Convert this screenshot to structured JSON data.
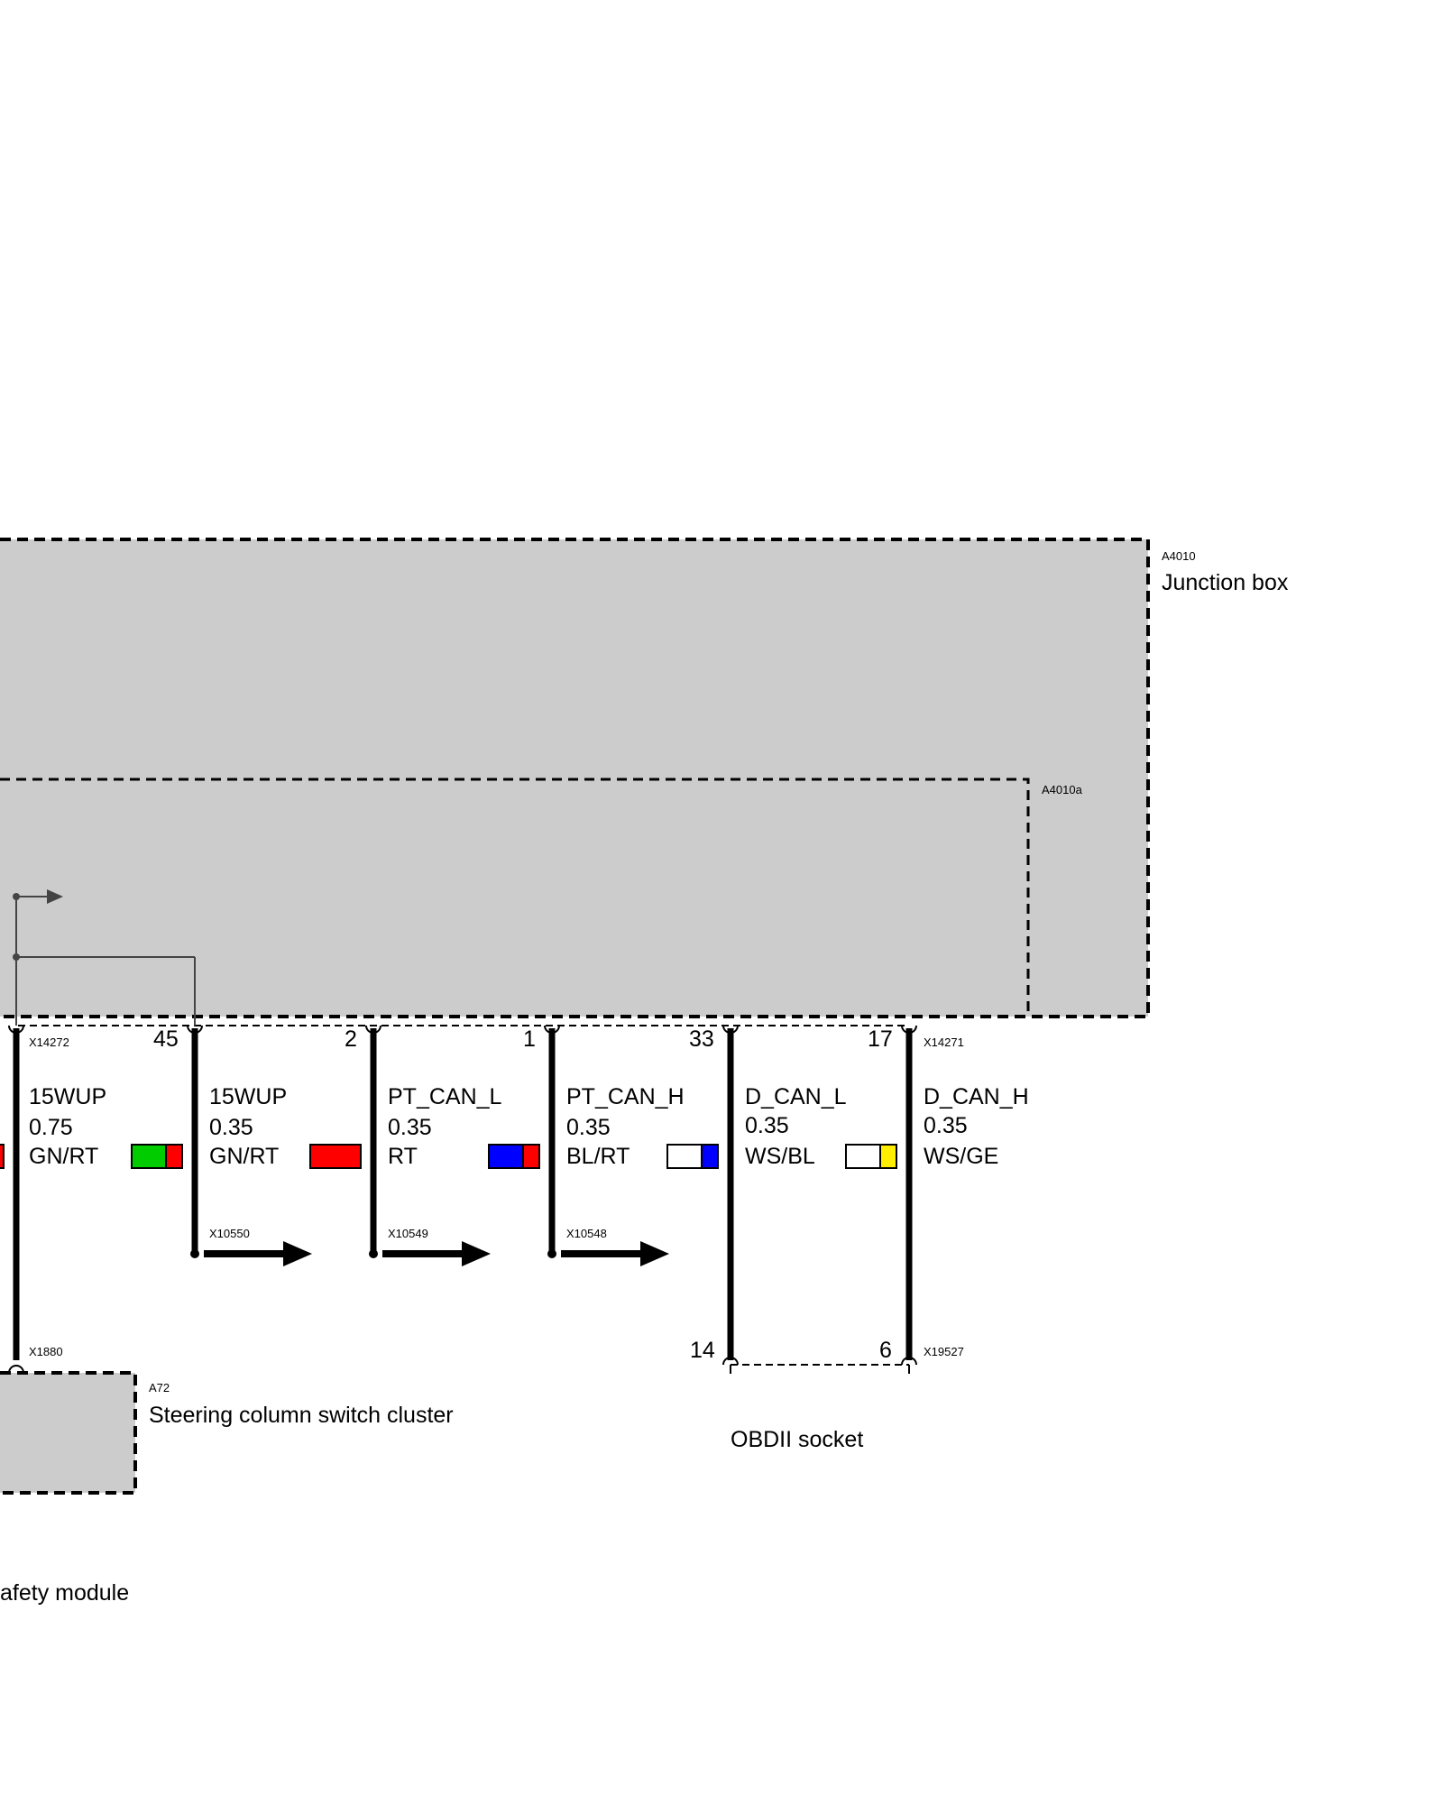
{
  "components": {
    "junction_box": {
      "id": "A4010",
      "name": "Junction box"
    },
    "junction_sub": {
      "id": "A4010a"
    },
    "steering": {
      "id": "A72",
      "name": "Steering column switch cluster"
    },
    "obd": {
      "name": "OBDII socket"
    },
    "safety": {
      "name": "afety module"
    }
  },
  "connectors": {
    "x14272": "X14272",
    "x14271": "X14271",
    "x1880": "X1880",
    "x19527": "X19527",
    "x10550": "X10550",
    "x10549": "X10549",
    "x10548": "X10548"
  },
  "wires": [
    {
      "pin": "",
      "signal": "15WUP",
      "gauge": "0.75",
      "color_code": "GN/RT",
      "colors": [
        "#00cc00",
        "#ff0000"
      ]
    },
    {
      "pin": "45",
      "signal": "15WUP",
      "gauge": "0.35",
      "color_code": "GN/RT",
      "colors": [
        "#ff0000"
      ]
    },
    {
      "pin": "2",
      "signal": "PT_CAN_L",
      "gauge": "0.35",
      "color_code": "RT",
      "colors": [
        "#0000ff",
        "#ff0000"
      ]
    },
    {
      "pin": "1",
      "signal": "PT_CAN_H",
      "gauge": "0.35",
      "color_code": "BL/RT",
      "colors": [
        "#ffffff",
        "#0000ff"
      ]
    },
    {
      "pin": "33",
      "signal": "D_CAN_L",
      "gauge": "0.35",
      "color_code": "WS/BL",
      "colors": [
        "#ffffff",
        "#ffee00"
      ]
    },
    {
      "pin": "17",
      "signal": "D_CAN_H",
      "gauge": "0.35",
      "color_code": "WS/GE",
      "colors": []
    }
  ],
  "obd_pins": {
    "left": "14",
    "right": "6"
  }
}
